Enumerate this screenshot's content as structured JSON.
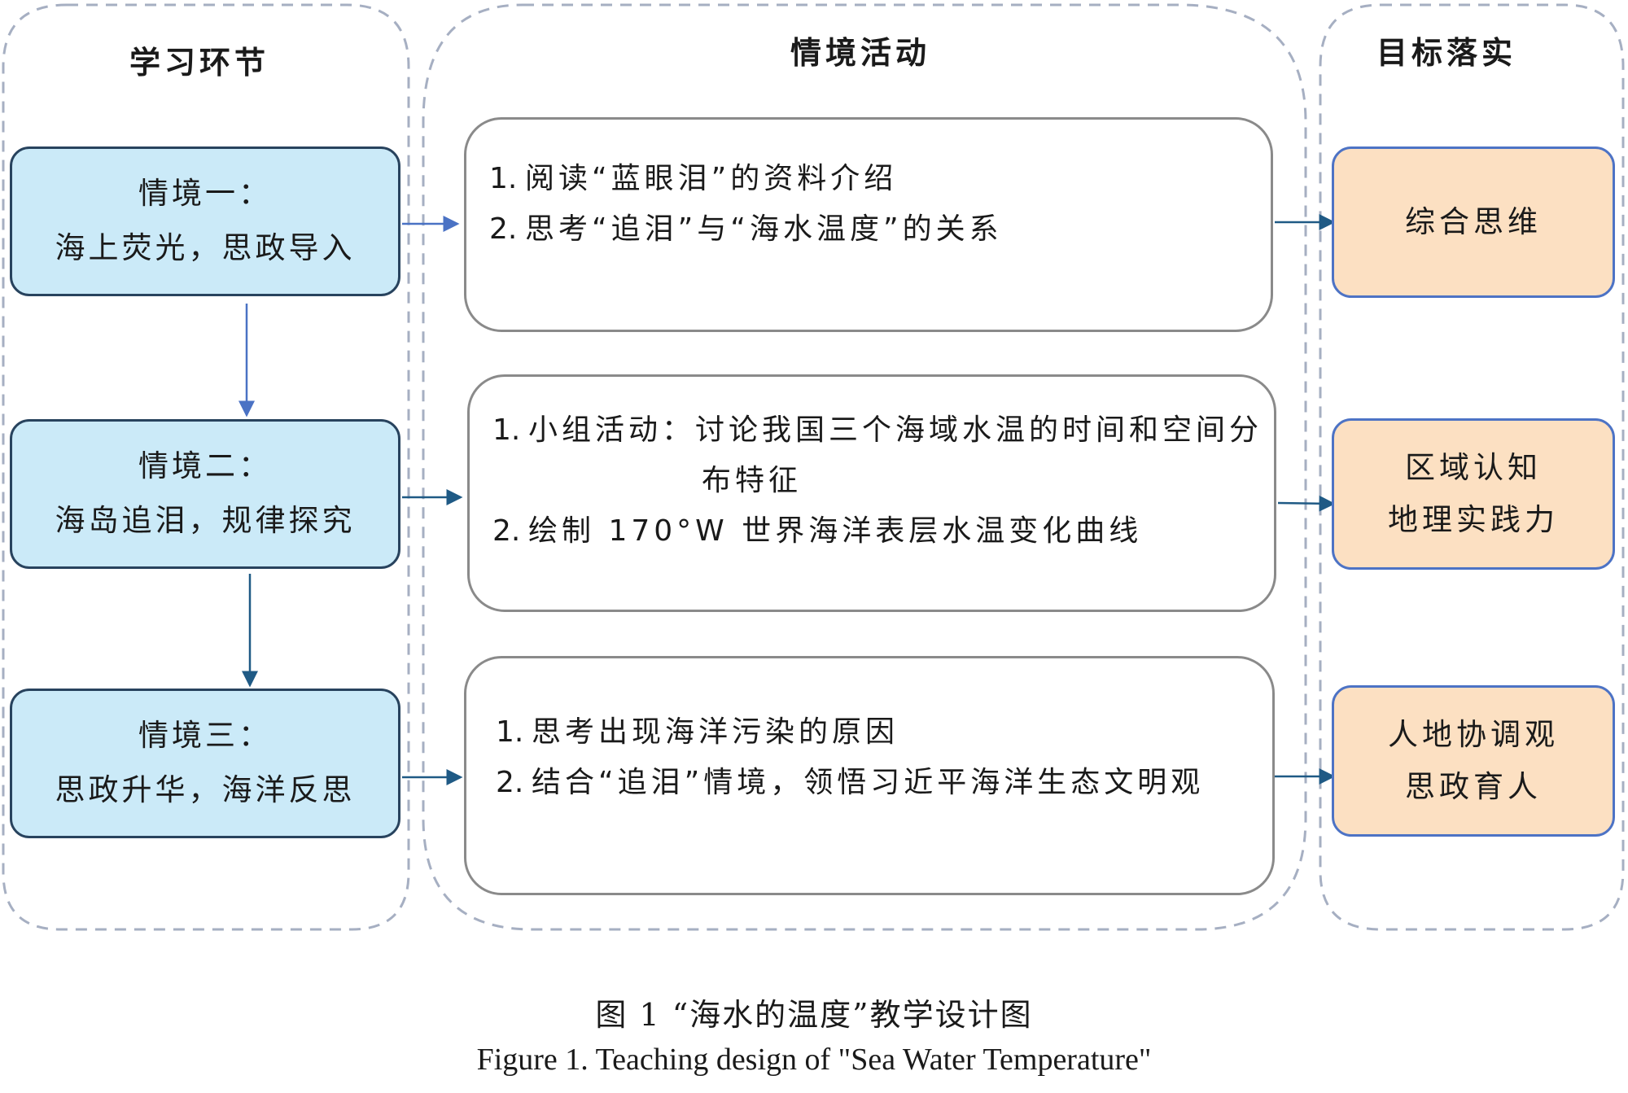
{
  "columns": {
    "stages_header": "学习环节",
    "activities_header": "情境活动",
    "goals_header": "目标落实"
  },
  "stages": [
    {
      "title": "情境一：",
      "subtitle": "海上荧光，思政导入"
    },
    {
      "title": "情境二：",
      "subtitle": "海岛追泪，规律探究"
    },
    {
      "title": "情境三：",
      "subtitle": "思政升华，海洋反思"
    }
  ],
  "activities": [
    {
      "items": [
        {
          "num": "1.",
          "text": "阅读“蓝眼泪”的资料介绍"
        },
        {
          "num": "2.",
          "text": "思考“追泪”与“海水温度”的关系"
        }
      ]
    },
    {
      "items": [
        {
          "num": "1.",
          "text": "小组活动：讨论我国三个海域水温的时间和空间分",
          "cont": "布特征"
        },
        {
          "num": "2.",
          "text": "绘制 170°W 世界海洋表层水温变化曲线"
        }
      ]
    },
    {
      "items": [
        {
          "num": "1.",
          "text": "思考出现海洋污染的原因"
        },
        {
          "num": "2.",
          "text": "结合“追泪”情境，领悟习近平海洋生态文明观"
        }
      ]
    }
  ],
  "goals": [
    {
      "lines": [
        "综合思维"
      ]
    },
    {
      "lines": [
        "区域认知",
        "地理实践力"
      ]
    },
    {
      "lines": [
        "人地协调观",
        "思政育人"
      ]
    }
  ],
  "caption": {
    "zh": "图 1  “海水的温度”教学设计图",
    "en": "Figure 1. Teaching design of \"Sea Water Temperature\""
  },
  "colors": {
    "stage_fill": "#cbeaf8",
    "stage_border": "#28435e",
    "goal_fill": "#fce0c2",
    "goal_border": "#4d73c5",
    "activity_border": "#8a8a8a",
    "dashed_group": "#a6afc2",
    "arrow_blue": "#4a72c4",
    "arrow_teal": "#1f5a85"
  }
}
